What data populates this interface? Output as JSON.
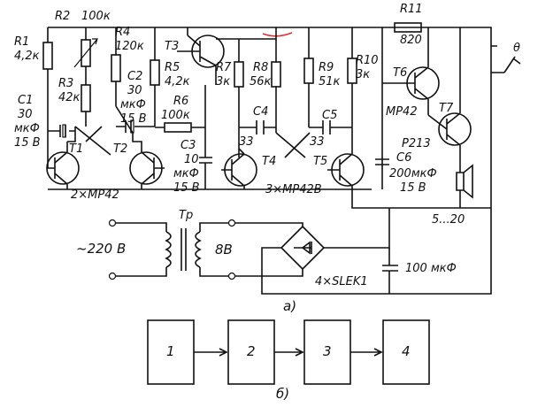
{
  "schematic": {
    "labels": {
      "r1": "R1",
      "r1_val": "4,2к",
      "r2": "R2",
      "r2_val": "100к",
      "r3": "R3",
      "r3_val": "42к",
      "r4": "R4",
      "r4_val": "120к",
      "c1": "C1",
      "c1_val1": "30",
      "c1_val2": "мкФ",
      "c1_val3": "15 В",
      "c2": "C2",
      "c2_val1": "30",
      "c2_val2": "мкФ",
      "c2_val3": "15 В",
      "t1": "T1",
      "t2": "T2",
      "t12_type": "2×МР42",
      "t3": "T3",
      "r5": "R5",
      "r5_val": "4,2к",
      "r6": "R6",
      "r6_val": "100к",
      "c3": "C3",
      "c3_val1": "10",
      "c3_val2": "мкФ",
      "c3_val3": "15 В",
      "r7": "R7",
      "r7_val": "3к",
      "r8": "R8",
      "r8_val": "56к",
      "c4": "C4",
      "c4_val": "33",
      "r9": "R9",
      "r9_val": "51к",
      "r10": "R10",
      "r10_val": "3к",
      "c5": "C5",
      "c5_val": "33",
      "c4_val_left": "33",
      "t4": "T4",
      "t5": "T5",
      "t345_type": "3×МР42В",
      "r11": "R11",
      "r11_val": "820",
      "t6": "T6",
      "t6_type": "МР42",
      "t7": "T7",
      "t7_type": "P213",
      "c6": "C6",
      "c6_val1": "200мкФ",
      "c6_val2": "15 В",
      "switch_label": "θ",
      "voltage_range": "5...20",
      "tr": "Tp",
      "mains": "~220 В",
      "secondary": "8В",
      "bridge": "4×SLEK1",
      "filter_cap": "100 мкФ",
      "caption_a": "а)"
    }
  },
  "block_diagram": {
    "blocks": [
      "1",
      "2",
      "3",
      "4"
    ],
    "caption": "б)"
  },
  "colors": {
    "ink": "#111111",
    "mark": "#e03030"
  }
}
